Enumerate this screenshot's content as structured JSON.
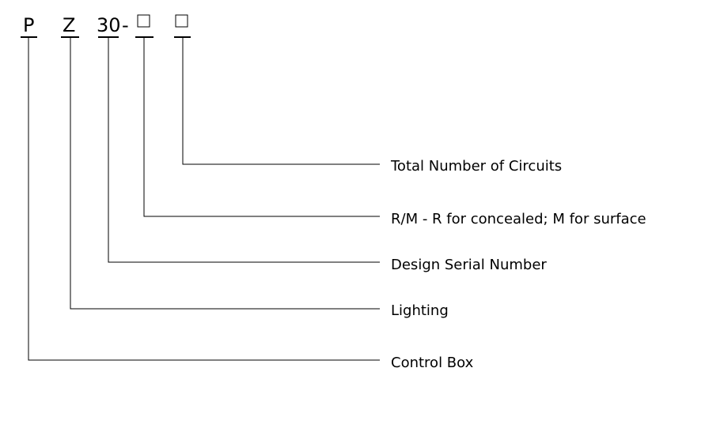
{
  "model_code": {
    "parts": [
      {
        "id": "p",
        "text": "P"
      },
      {
        "id": "z",
        "text": "Z"
      },
      {
        "id": "30",
        "text": "30"
      },
      {
        "id": "dash",
        "text": "-"
      },
      {
        "id": "box1",
        "text": ""
      },
      {
        "id": "box2",
        "text": ""
      }
    ]
  },
  "labels": {
    "total_circuits": "Total Number of Circuits",
    "installation": "R/M - R for concealed; M for surface",
    "design_serial": "Design Serial Number",
    "lighting": "Lighting",
    "control_box": "Control Box"
  }
}
